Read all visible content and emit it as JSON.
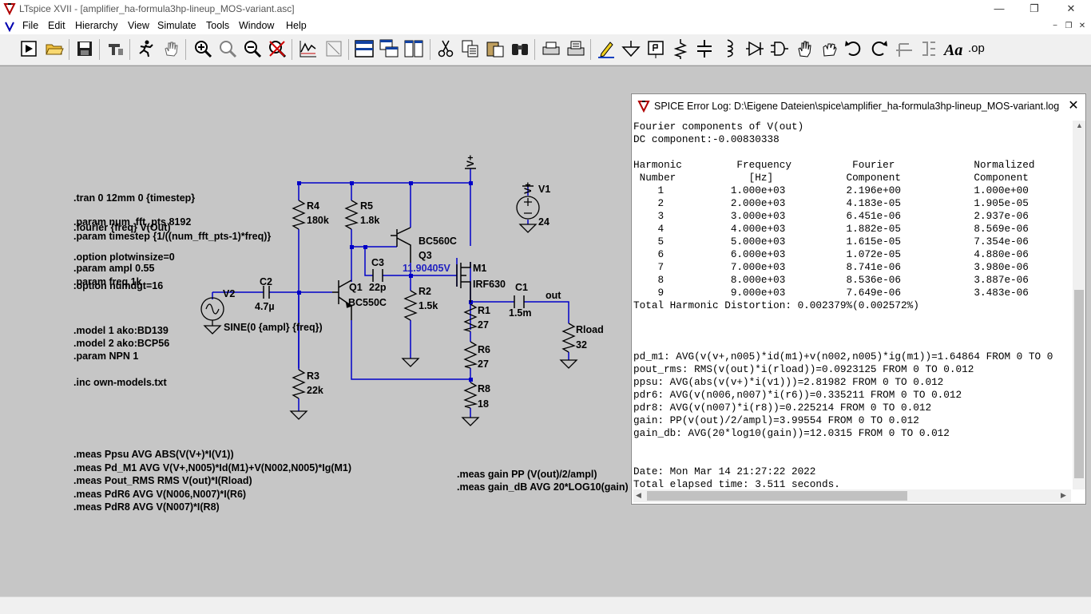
{
  "window": {
    "title": "LTspice XVII - [amplifier_ha-formula3hp-lineup_MOS-variant.asc]",
    "minimize": "—",
    "restore": "❐",
    "close": "✕"
  },
  "menu": [
    "File",
    "Edit",
    "Hierarchy",
    "View",
    "Simulate",
    "Tools",
    "Window",
    "Help"
  ],
  "mdi_controls": [
    "−",
    "❐",
    "✕"
  ],
  "toolbar": [
    "run-icon",
    "open-icon",
    "save-icon",
    "control-panel-icon",
    "halt-icon",
    "pan-icon",
    "zoom-in-icon",
    "zoom-fit-icon",
    "zoom-out-icon",
    "zoom-cancel-icon",
    "waveform-icon",
    "autorange-icon",
    "tile-horizontal-icon",
    "cascade-icon",
    "tile-vertical-icon",
    "cut-icon",
    "copy-icon",
    "paste-icon",
    "find-icon",
    "print-preview-icon",
    "print-icon",
    "wire-icon",
    "ground-icon",
    "label-net-icon",
    "resistor-icon",
    "capacitor-icon",
    "inductor-icon",
    "diode-icon",
    "component-icon",
    "move-icon",
    "drag-icon",
    "undo-icon",
    "redo-icon",
    "rotate-icon",
    "mirror-icon",
    "text-icon",
    "spice-directive-icon"
  ],
  "directives": {
    "sim": [
      ".tran 0 12mm 0 {timestep}",
      ".fourier {freq} V(Out)",
      ".option plotwinsize=0",
      ".option numdgt=16",
      ".param num_fft_pts 8192",
      ".param timestep {1/((num_fft_pts-1)*freq)}"
    ],
    "params": [
      ".param ampl 0.55",
      ".param freq 1k"
    ],
    "models": [
      ".model 1 ako:BD139",
      ".model 2 ako:BCP56",
      ".param NPN 1"
    ],
    "include": ".inc own-models.txt",
    "meas": [
      ".meas Ppsu AVG ABS(V(V+)*I(V1))",
      ".meas Pd_M1 AVG V(V+,N005)*Id(M1)+V(N002,N005)*Ig(M1)",
      ".meas Pout_RMS RMS V(out)*I(Rload)",
      ".meas PdR6 AVG V(N006,N007)*I(R6)",
      ".meas PdR8 AVG V(N007)*I(R8)"
    ],
    "meas2": [
      ".meas gain PP (V(out)/2/ampl)",
      ".meas gain_dB AVG 20*LOG10(gain)"
    ]
  },
  "components": {
    "R4": {
      "ref": "R4",
      "value": "180k"
    },
    "R5": {
      "ref": "R5",
      "value": "1.8k"
    },
    "R2": {
      "ref": "R2",
      "value": "1.5k"
    },
    "R3": {
      "ref": "R3",
      "value": "22k"
    },
    "R1": {
      "ref": "R1",
      "value": "27"
    },
    "R6": {
      "ref": "R6",
      "value": "27"
    },
    "R8": {
      "ref": "R8",
      "value": "18"
    },
    "Rload": {
      "ref": "Rload",
      "value": "32"
    },
    "C2": {
      "ref": "C2",
      "value": "4.7µ"
    },
    "C3": {
      "ref": "C3",
      "value": "22p"
    },
    "C1": {
      "ref": "C1",
      "value": "1.5m"
    },
    "Q1": {
      "ref": "Q1",
      "value": "BC550C"
    },
    "Q3": {
      "ref": "Q3",
      "value": "BC560C"
    },
    "M1": {
      "ref": "M1",
      "value": "IRF630"
    },
    "V1": {
      "ref": "V1",
      "value": "24"
    },
    "V2": {
      "ref": "V2",
      "value": "SINE(0 {ampl} {freq})"
    }
  },
  "nets": {
    "vplus": "V+",
    "out": "out"
  },
  "probe": "11.90405V",
  "errlog": {
    "title": "SPICE Error Log: D:\\Eigene Dateien\\spice\\amplifier_ha-formula3hp-lineup_MOS-variant.log",
    "close": "✕",
    "lines": [
      "Fourier components of V(out)",
      "DC component:-0.00830338",
      "",
      "Harmonic         Frequency          Fourier             Normalized",
      " Number            [Hz]            Component            Component",
      "    1           1.000e+03          2.196e+00            1.000e+00",
      "    2           2.000e+03          4.183e-05            1.905e-05",
      "    3           3.000e+03          6.451e-06            2.937e-06",
      "    4           4.000e+03          1.882e-05            8.569e-06",
      "    5           5.000e+03          1.615e-05            7.354e-06",
      "    6           6.000e+03          1.072e-05            4.880e-06",
      "    7           7.000e+03          8.741e-06            3.980e-06",
      "    8           8.000e+03          8.536e-06            3.887e-06",
      "    9           9.000e+03          7.649e-06            3.483e-06",
      "Total Harmonic Distortion: 0.002379%(0.002572%)",
      "",
      "",
      "",
      "pd_m1: AVG(v(v+,n005)*id(m1)+v(n002,n005)*ig(m1))=1.64864 FROM 0 TO 0",
      "pout_rms: RMS(v(out)*i(rload))=0.0923125 FROM 0 TO 0.012",
      "ppsu: AVG(abs(v(v+)*i(v1)))=2.81982 FROM 0 TO 0.012",
      "pdr6: AVG(v(n006,n007)*i(r6))=0.335211 FROM 0 TO 0.012",
      "pdr8: AVG(v(n007)*i(r8))=0.225214 FROM 0 TO 0.012",
      "gain: PP(v(out)/2/ampl)=3.99554 FROM 0 TO 0.012",
      "gain_db: AVG(20*log10(gain))=12.0315 FROM 0 TO 0.012",
      "",
      "",
      "Date: Mon Mar 14 21:27:22 2022",
      "Total elapsed time: 3.511 seconds."
    ]
  },
  "colors": {
    "wire": "#0000c8",
    "canvas": "#c6c6c6",
    "probe": "#2020c0"
  }
}
